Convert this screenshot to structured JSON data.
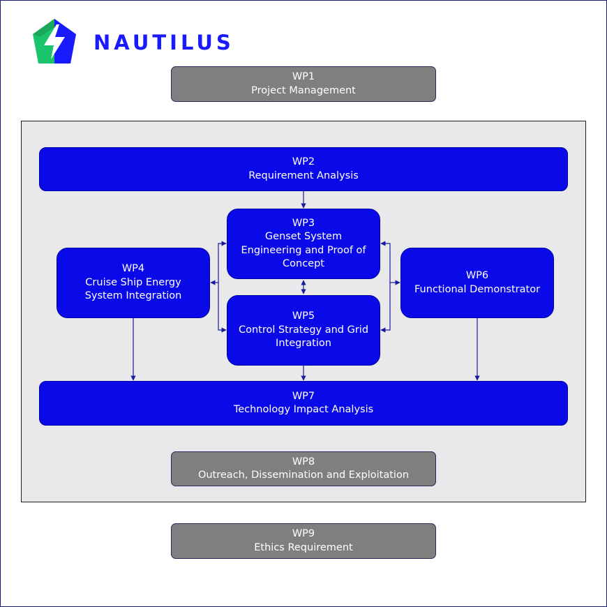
{
  "brand": {
    "name": "NAUTILUS"
  },
  "colors": {
    "primary": "#0a0ae8",
    "secondary": "#7f7f7f",
    "panel": "#e9e9eb",
    "logo_green": "#19c46a",
    "logo_blue": "#1a1aff"
  },
  "work_packages": {
    "wp1": {
      "id": "WP1",
      "title": "Project Management"
    },
    "wp2": {
      "id": "WP2",
      "title": "Requirement Analysis"
    },
    "wp3": {
      "id": "WP3",
      "lines": [
        "Genset System",
        "Engineering and Proof of",
        "Concept"
      ]
    },
    "wp4": {
      "id": "WP4",
      "lines": [
        "Cruise Ship Energy",
        "System Integration"
      ]
    },
    "wp5": {
      "id": "WP5",
      "lines": [
        "Control Strategy and Grid",
        "Integration"
      ]
    },
    "wp6": {
      "id": "WP6",
      "title": "Functional Demonstrator"
    },
    "wp7": {
      "id": "WP7",
      "title": "Technology Impact Analysis"
    },
    "wp8": {
      "id": "WP8",
      "title": "Outreach, Dissemination and Exploitation"
    },
    "wp9": {
      "id": "WP9",
      "title": "Ethics Requirement"
    }
  }
}
